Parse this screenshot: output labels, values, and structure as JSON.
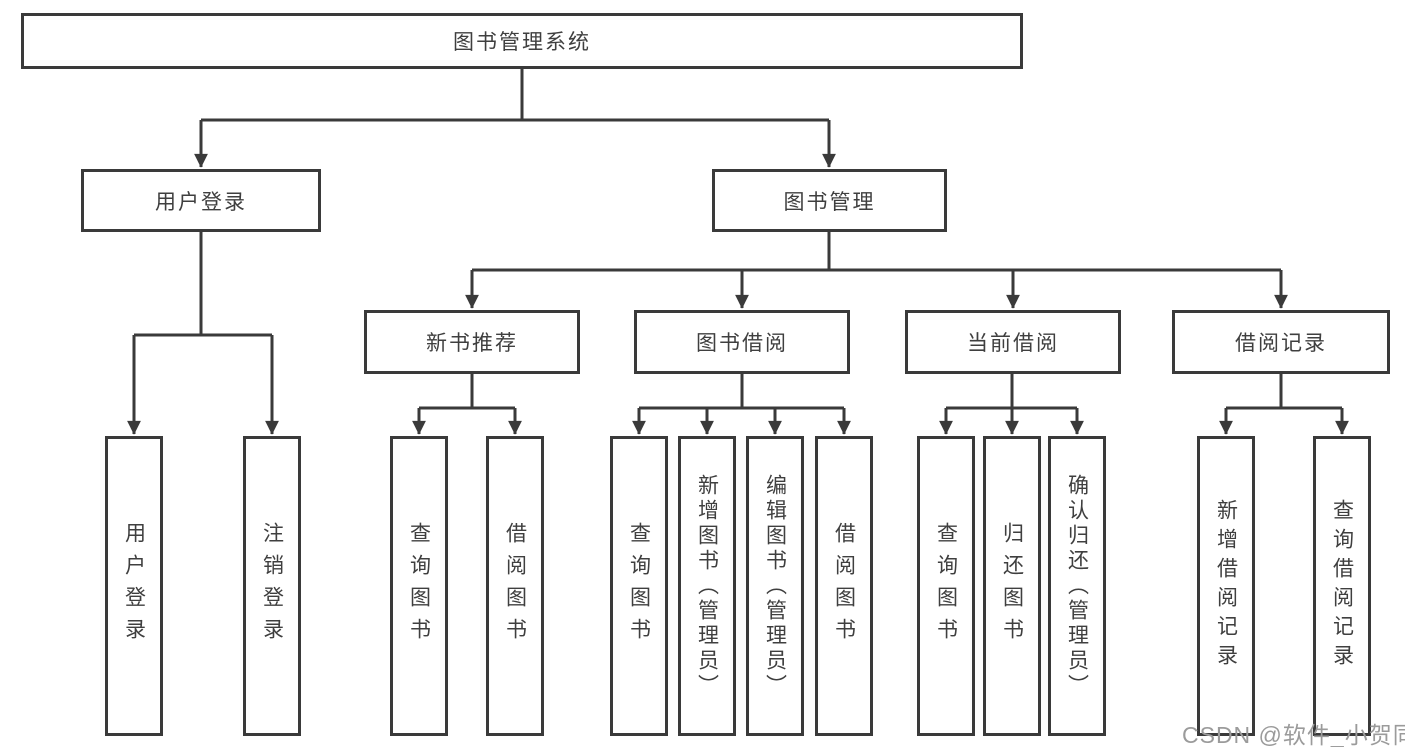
{
  "diagram": {
    "root": {
      "label": "图书管理系统"
    },
    "branches": [
      {
        "label": "用户登录",
        "children": [
          {
            "label": "用户登录"
          },
          {
            "label": "注销登录"
          }
        ]
      },
      {
        "label": "图书管理",
        "children": [
          {
            "label": "新书推荐",
            "children": [
              {
                "label": "查询图书"
              },
              {
                "label": "借阅图书"
              }
            ]
          },
          {
            "label": "图书借阅",
            "children": [
              {
                "label": "查询图书"
              },
              {
                "label": "新增图书（管理员）"
              },
              {
                "label": "编辑图书（管理员）"
              },
              {
                "label": "借阅图书"
              }
            ]
          },
          {
            "label": "当前借阅",
            "children": [
              {
                "label": "查询图书"
              },
              {
                "label": "归还图书"
              },
              {
                "label": "确认归还（管理员）"
              }
            ]
          },
          {
            "label": "借阅记录",
            "children": [
              {
                "label": "新增借阅记录"
              },
              {
                "label": "查询借阅记录"
              }
            ]
          }
        ]
      }
    ]
  },
  "watermark": {
    "text": "CSDN @软件_小贺同学"
  },
  "colors": {
    "line": "#3a3a3a",
    "text": "#3f3f3f",
    "watermark": "#9b9b9b",
    "background": "#ffffff"
  }
}
